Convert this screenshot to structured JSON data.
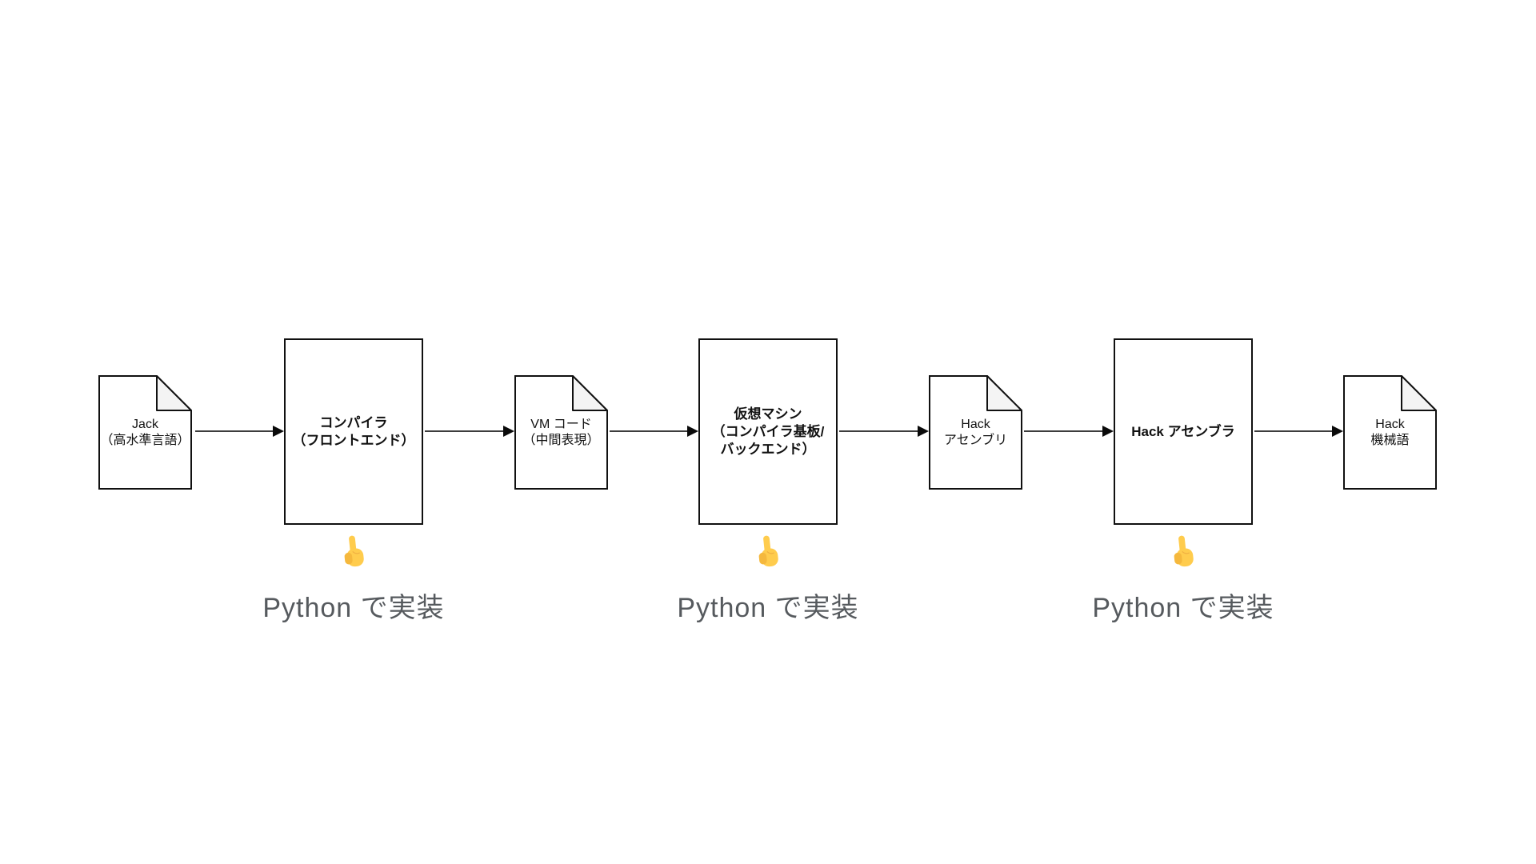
{
  "diagram": {
    "description": "Jack language compilation pipeline (nand2tetris toolchain)",
    "nodes": [
      {
        "id": "jack-source",
        "shape": "document",
        "lines": [
          "Jack",
          "（高水準言語）"
        ]
      },
      {
        "id": "compiler",
        "shape": "process",
        "lines": [
          "コンパイラ",
          "（フロントエンド）"
        ]
      },
      {
        "id": "vm-code",
        "shape": "document",
        "lines": [
          "VM コード",
          "（中間表現）"
        ]
      },
      {
        "id": "virtual-machine",
        "shape": "process",
        "lines": [
          "仮想マシン",
          "（コンパイラ基板/",
          "バックエンド）"
        ]
      },
      {
        "id": "hack-assembly",
        "shape": "document",
        "lines": [
          "Hack",
          "アセンブリ"
        ]
      },
      {
        "id": "hack-assembler",
        "shape": "process",
        "lines": [
          "Hack アセンブラ"
        ]
      },
      {
        "id": "hack-machine-code",
        "shape": "document",
        "lines": [
          "Hack",
          "機械語"
        ]
      }
    ],
    "edges": [
      {
        "from": "jack-source",
        "to": "compiler"
      },
      {
        "from": "compiler",
        "to": "vm-code"
      },
      {
        "from": "vm-code",
        "to": "virtual-machine"
      },
      {
        "from": "virtual-machine",
        "to": "hack-assembly"
      },
      {
        "from": "hack-assembly",
        "to": "hack-assembler"
      },
      {
        "from": "hack-assembler",
        "to": "hack-machine-code"
      }
    ],
    "annotations": [
      {
        "icon": "backhand-index-pointing-up-emoji",
        "label": "Python で実装",
        "target": "compiler"
      },
      {
        "icon": "backhand-index-pointing-up-emoji",
        "label": "Python で実装",
        "target": "virtual-machine"
      },
      {
        "icon": "backhand-index-pointing-up-emoji",
        "label": "Python で実装",
        "target": "hack-assembler"
      }
    ],
    "colors": {
      "background": "#ffffff",
      "shape_fill": "#ffffff",
      "shape_border": "#111111",
      "document_fold_fill": "#f4f4f4",
      "arrow_line": "#3d3d3d",
      "arrow_head": "#0a0a0a",
      "annotation_text": "#565a5e",
      "emoji_yellow": "#ffcc4d"
    }
  }
}
